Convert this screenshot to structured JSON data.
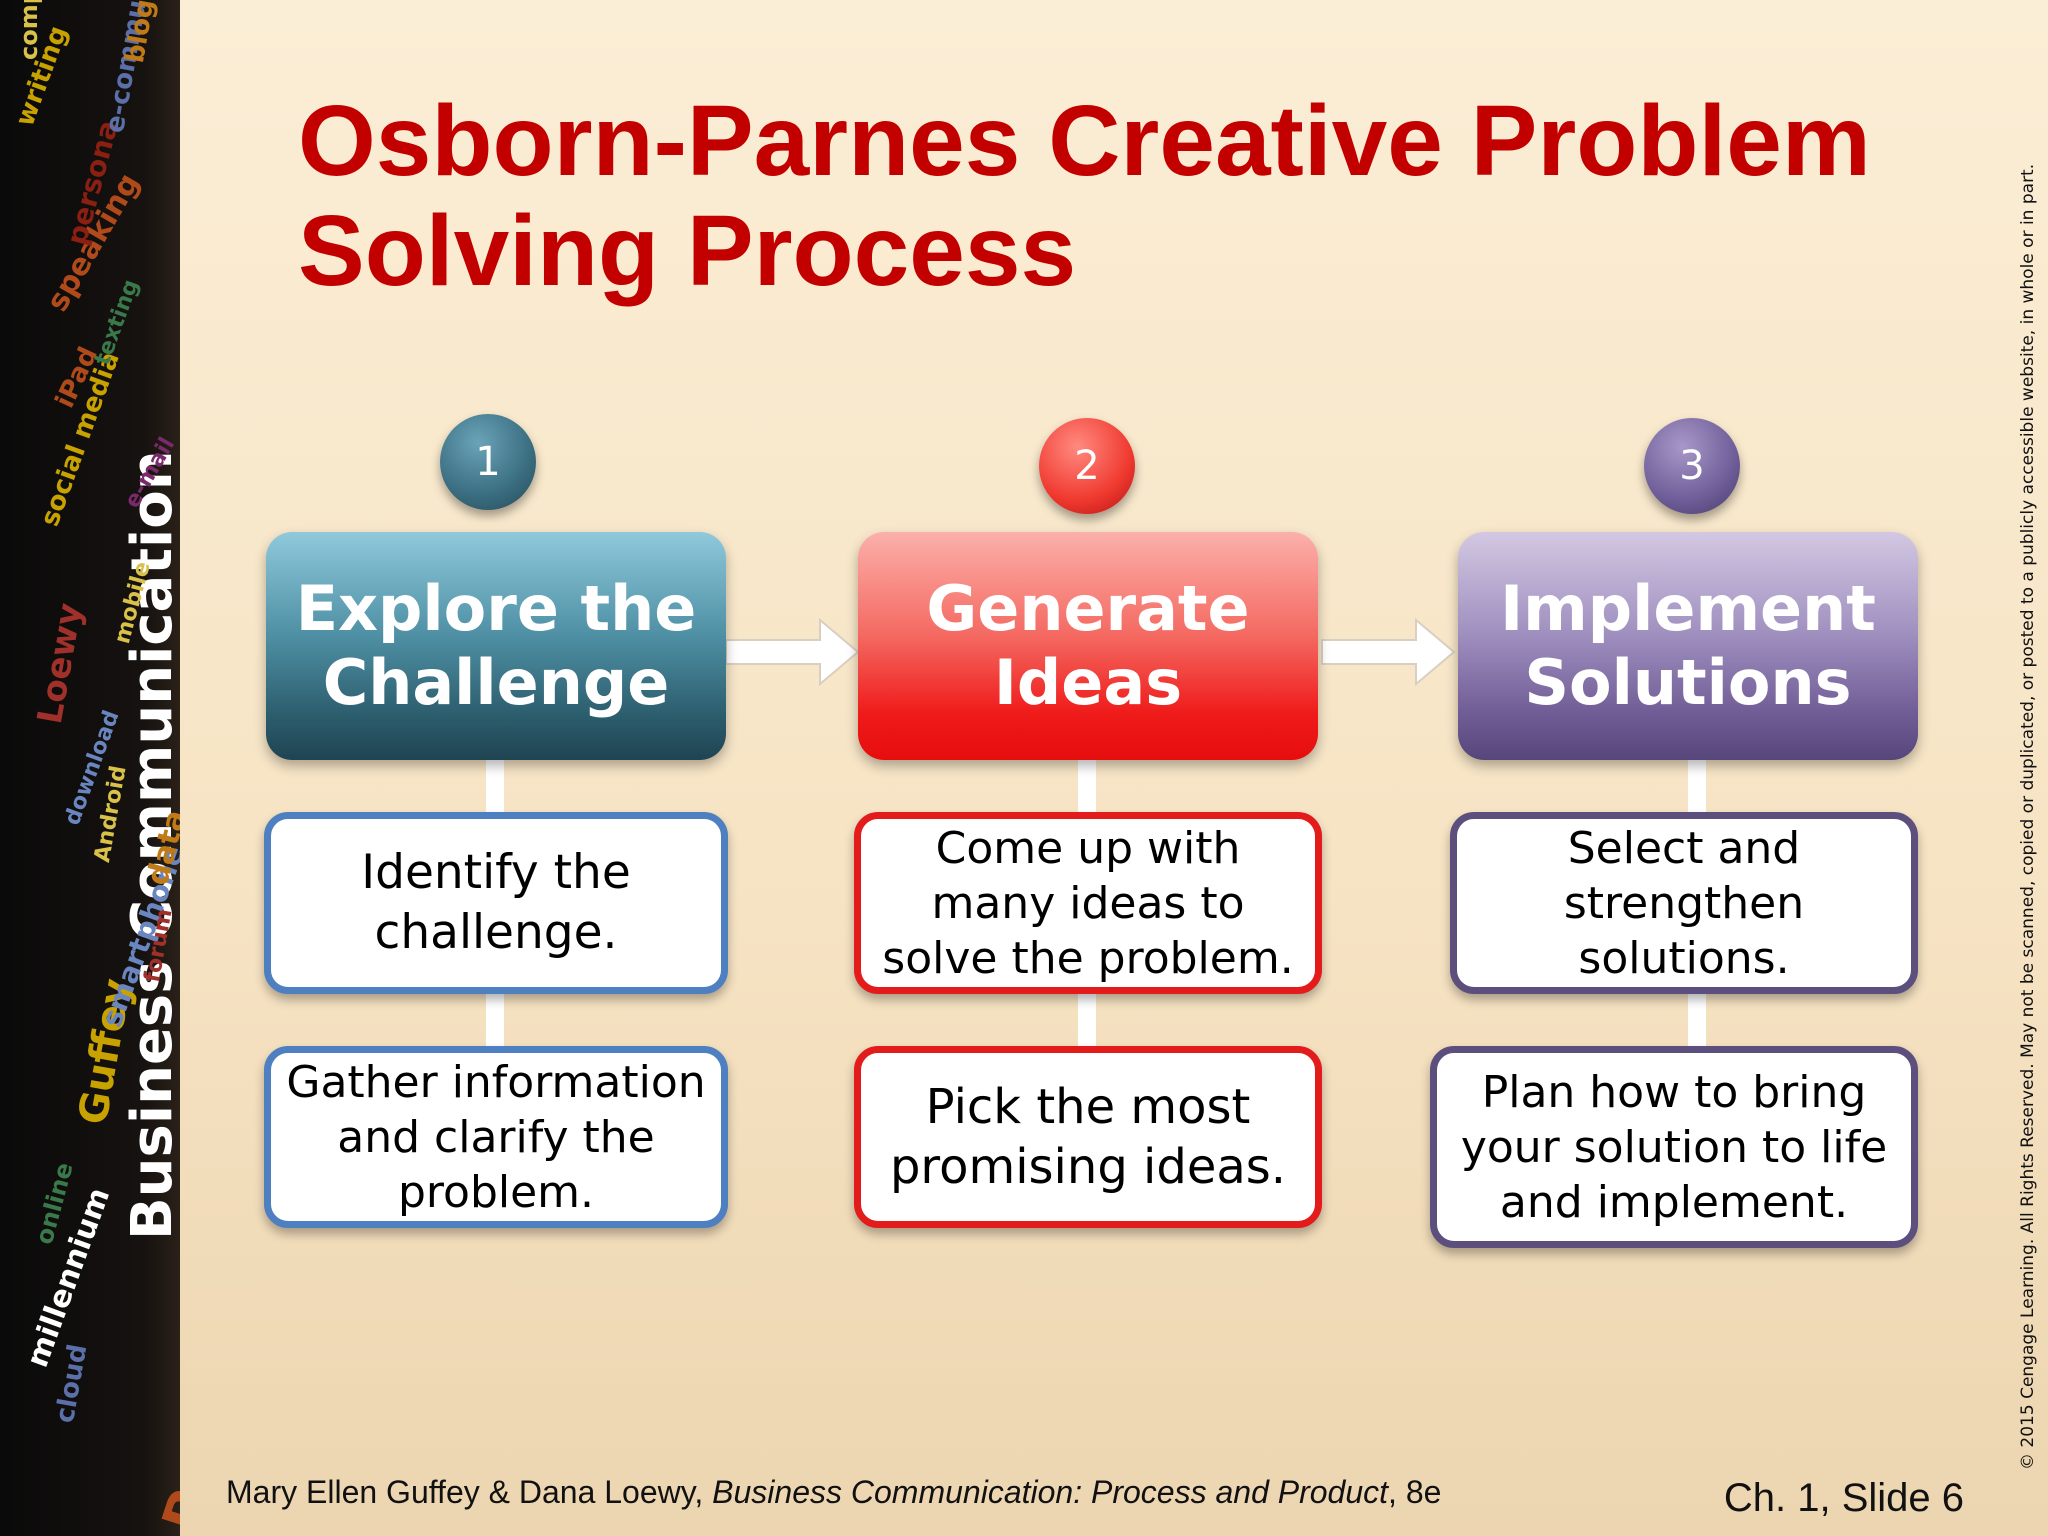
{
  "title": "Osborn-Parnes Creative Problem Solving Process",
  "colors": {
    "title": "#c20000",
    "step1": "#3d7487",
    "step2": "#e3141b",
    "step3": "#6a5a8c"
  },
  "steps": [
    {
      "number": "1",
      "heading_line1": "Explore the",
      "heading_line2": "Challenge",
      "box1": "Identify the challenge.",
      "box2": "Gather information and clarify the problem."
    },
    {
      "number": "2",
      "heading_line1": "Generate",
      "heading_line2": "Ideas",
      "box1": "Come up with many ideas to solve the problem.",
      "box2": "Pick the most promising ideas."
    },
    {
      "number": "3",
      "heading_line1": "Implement",
      "heading_line2": "Solutions",
      "box1": "Select and strengthen solutions.",
      "box2": "Plan how to bring your solution to life and implement."
    }
  ],
  "footer": {
    "authors": "Mary Ellen Guffey & Dana Loewy, ",
    "book": "Business Communication: Process and Product",
    "edition": ", 8e",
    "slide": "Ch. 1, Slide 6"
  },
  "copyright": "© 2015 Cengage Learning. All Rights Reserved. May not be scanned, copied or duplicated, or posted to a publicly accessible website, in whole or in part.",
  "strip_words": [
    "Business Communication",
    "Process & Product",
    "Guffey",
    "Loewy",
    "smartphone",
    "speaking",
    "writing",
    "persona",
    "e-communication",
    "computer games",
    "online",
    "Android",
    "iPad",
    "social media",
    "data",
    "millennium",
    "cloud",
    "e-mail",
    "forum",
    "texting",
    "blog",
    "download",
    "mobile"
  ]
}
